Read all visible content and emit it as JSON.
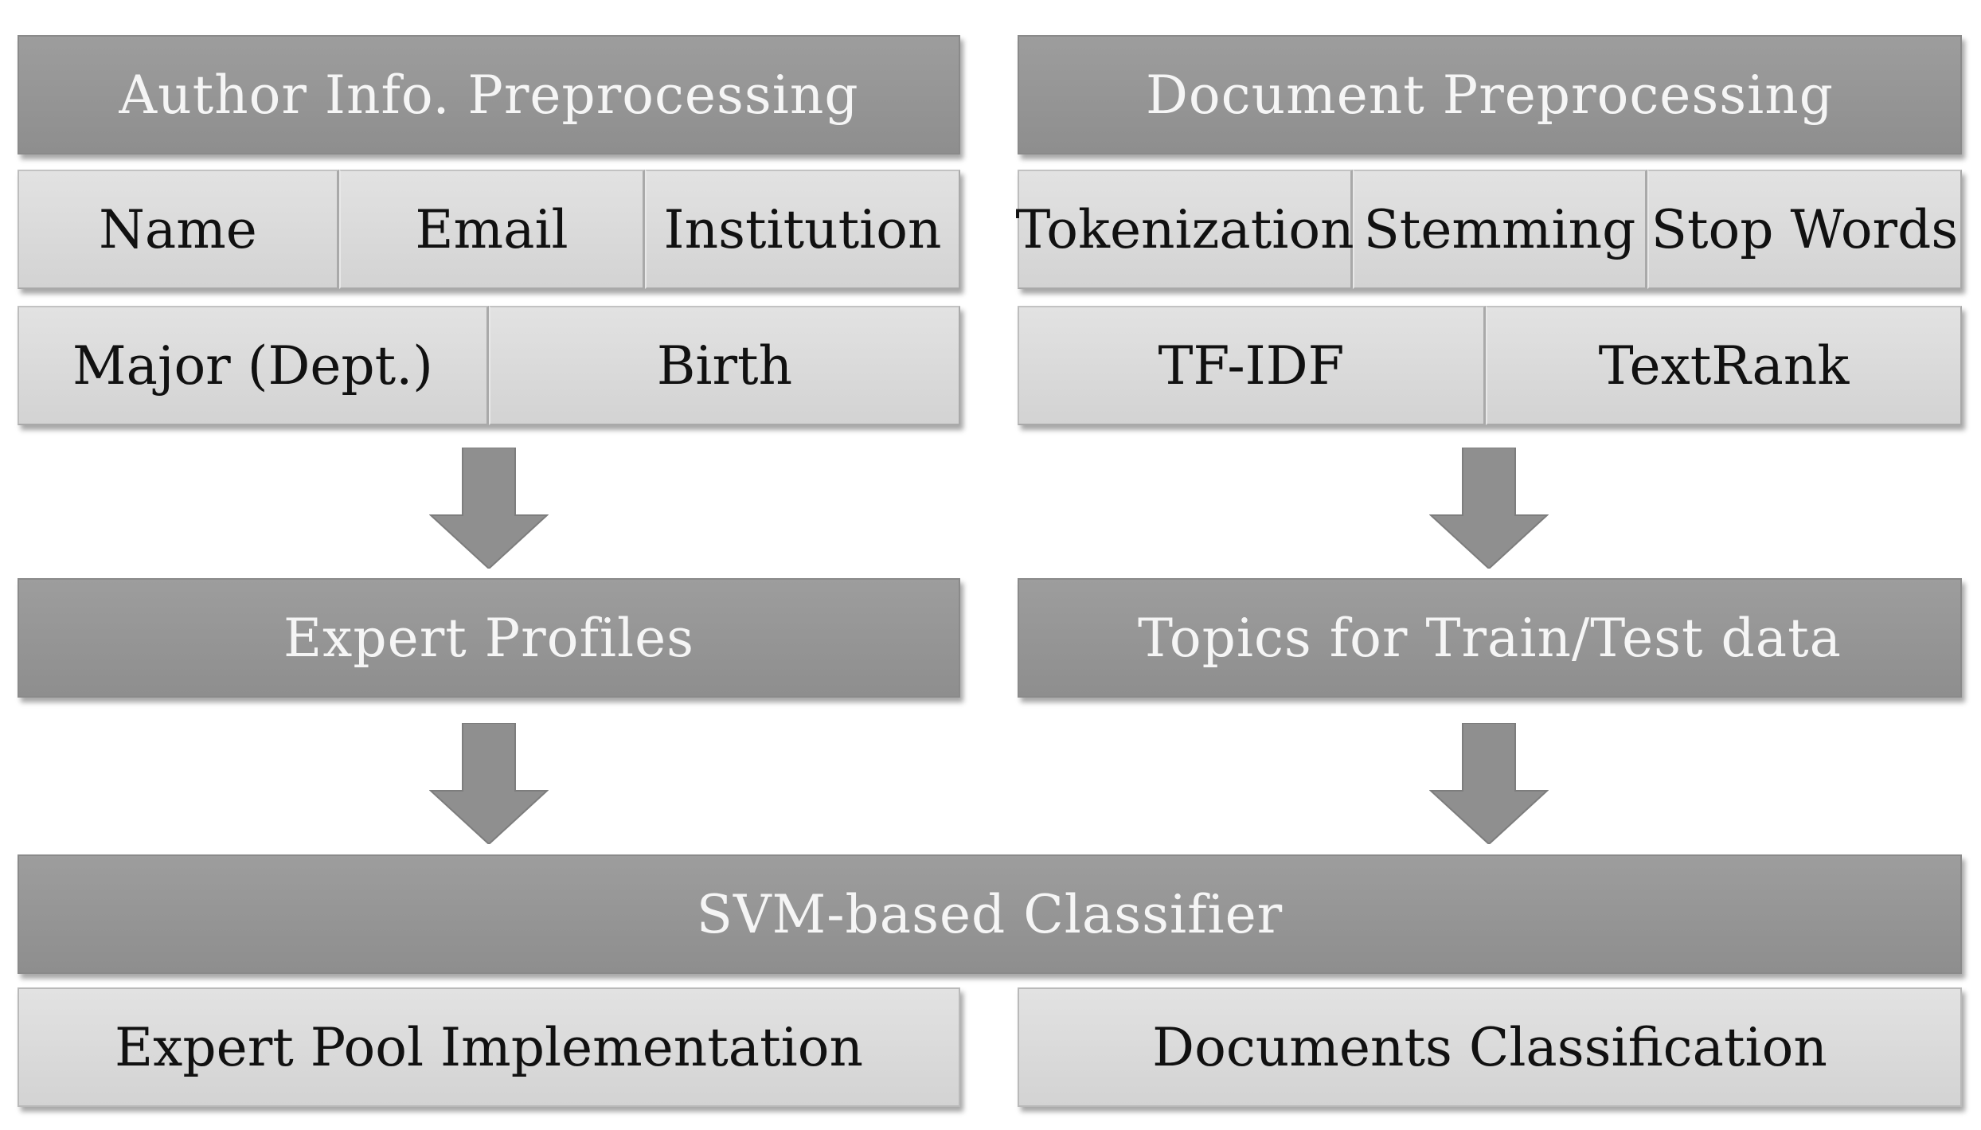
{
  "left": {
    "header": "Author Info. Preprocessing",
    "row1": [
      "Name",
      "Email",
      "Institution"
    ],
    "row2": [
      "Major (Dept.)",
      "Birth"
    ],
    "result": "Expert Profiles",
    "output": "Expert Pool Implementation"
  },
  "right": {
    "header": "Document Preprocessing",
    "row1": [
      "Tokenization",
      "Stemming",
      "Stop Words"
    ],
    "row2": [
      "TF-IDF",
      "TextRank"
    ],
    "result": "Topics for Train/Test data",
    "output": "Documents Classification"
  },
  "classifier": "SVM-based Classifier",
  "colors": {
    "header_fill": "#959595",
    "cell_fill": "#d9d9d9",
    "arrow_fill": "#8f8f8f",
    "header_text": "#f5f5f5",
    "cell_text": "#111111"
  }
}
